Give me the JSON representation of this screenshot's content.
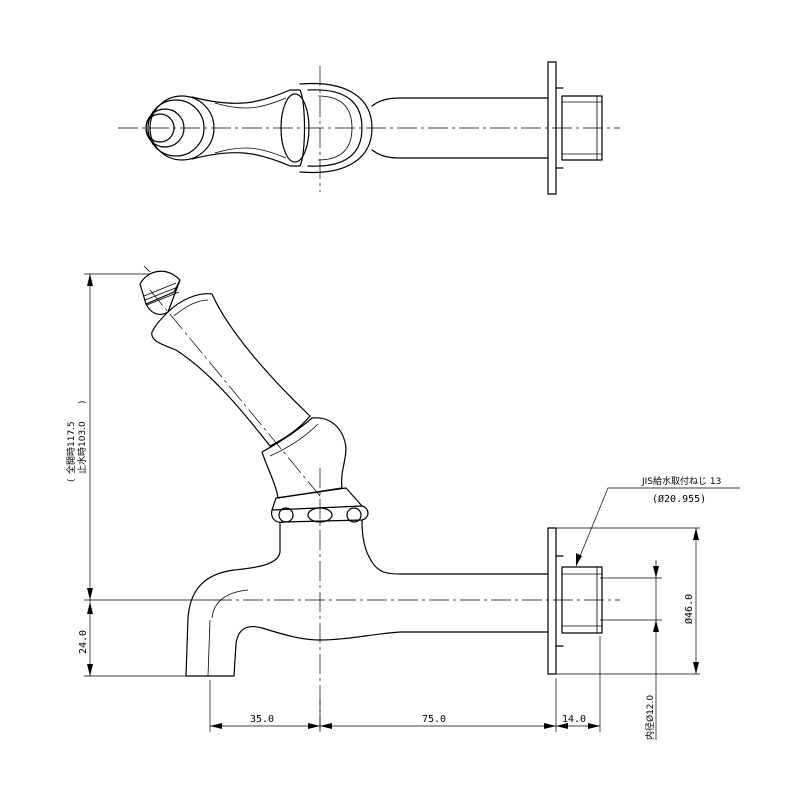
{
  "dimensions": {
    "spout_reach": "35.0",
    "body_length": "75.0",
    "thread_length": "14.0",
    "spout_drop": "24.0",
    "flange_diameter": "Ø46.0",
    "inner_diameter": "内径Ø12.0",
    "height_open": "全開時117.5",
    "height_closed": "止水時103.0",
    "paren_open": "(",
    "paren_close": ")"
  },
  "notes": {
    "thread_spec": "JIS給水取付ねじ 13",
    "thread_diameter": "(Ø20.955)"
  }
}
